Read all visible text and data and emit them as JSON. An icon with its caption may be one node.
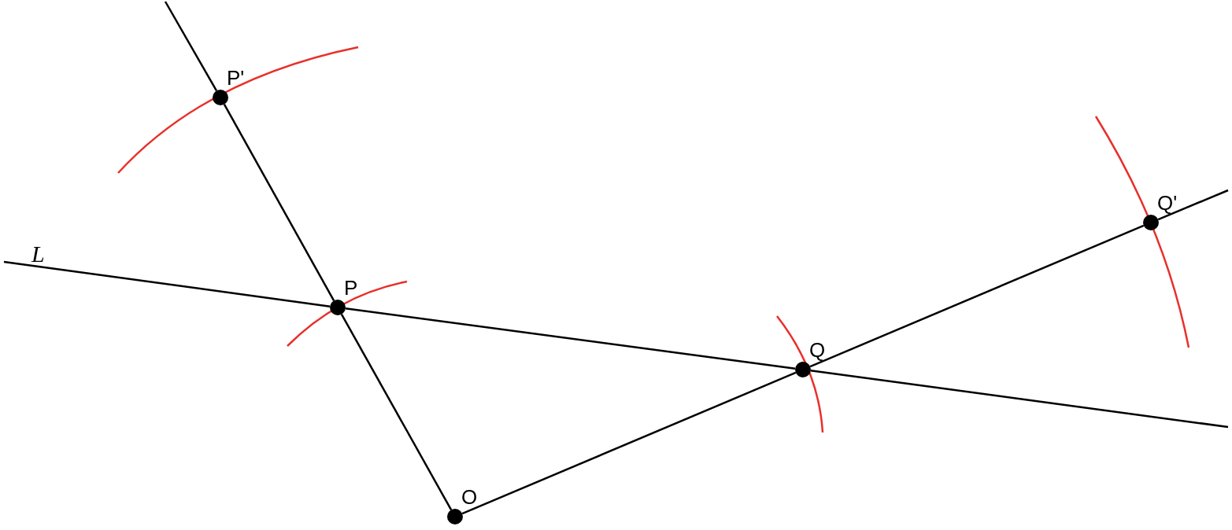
{
  "diagram": {
    "nodes": [
      {
        "text": [
          "P'"
        ]
      },
      {
        "text": [
          "P"
        ]
      },
      {
        "text": [
          "Q"
        ]
      },
      {
        "text": [
          "Q'"
        ]
      },
      {
        "text": [
          "O"
        ]
      }
    ],
    "edges": [
      {
        "from": 4,
        "to": 1,
        "arrow": "none"
      },
      {
        "from": 1,
        "to": 0,
        "arrow": "none"
      },
      {
        "from": 4,
        "to": 2,
        "arrow": "none"
      },
      {
        "from": 2,
        "to": 3,
        "arrow": "none"
      },
      {
        "from": 1,
        "to": 2,
        "arrow": "none"
      }
    ],
    "labels": [
      "L"
    ]
  }
}
